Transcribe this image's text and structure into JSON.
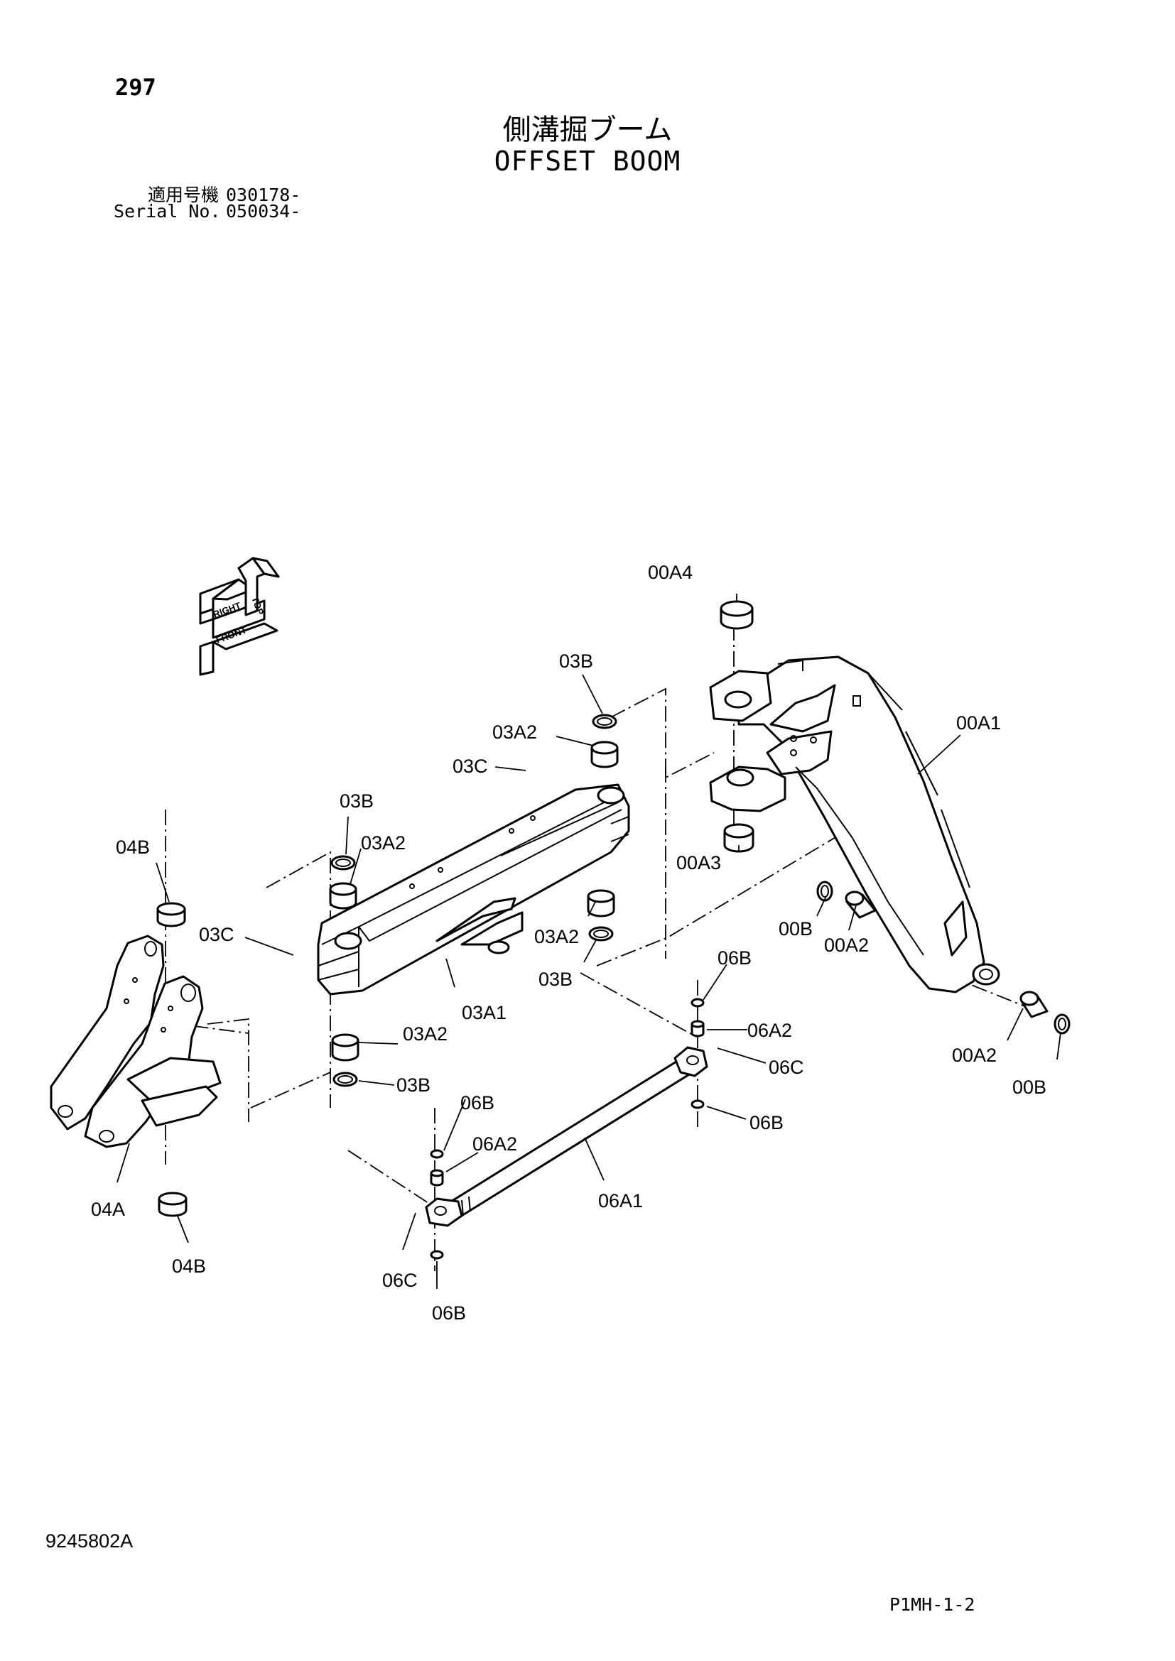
{
  "header": {
    "page_number": "297",
    "title_jp": "側溝掘ブーム",
    "title_en": "OFFSET BOOM",
    "serial_rows": [
      {
        "label": "適用号機",
        "value": "030178-"
      },
      {
        "label": "Serial No.",
        "value": "050034-"
      }
    ]
  },
  "orientation_badge": {
    "labels": [
      "RIGHT",
      "FRONT",
      "TOP"
    ]
  },
  "callouts": {
    "c00A4": "00A4",
    "c00A1": "00A1",
    "c00A3": "00A3",
    "c00B_a": "00B",
    "c00A2_a": "00A2",
    "c00A2_b": "00A2",
    "c00B_b": "00B",
    "c03B_a": "03B",
    "c03A2_a": "03A2",
    "c03C_a": "03C",
    "c03B_b": "03B",
    "c03A2_b": "03A2",
    "c03C_b": "03C",
    "c03A2_c": "03A2",
    "c03B_c": "03B",
    "c03A1": "03A1",
    "c03A2_d": "03A2",
    "c03B_d": "03B",
    "c04B_a": "04B",
    "c04A": "04A",
    "c04B_b": "04B",
    "c06B_a": "06B",
    "c06A2_a": "06A2",
    "c06C_a": "06C",
    "c06B_b": "06B",
    "c06B_c": "06B",
    "c06A2_b": "06A2",
    "c06A1": "06A1",
    "c06C_b": "06C",
    "c06B_d": "06B"
  },
  "footer": {
    "doc_number": "9245802A",
    "sheet_ref": "P1MH-1-2"
  }
}
